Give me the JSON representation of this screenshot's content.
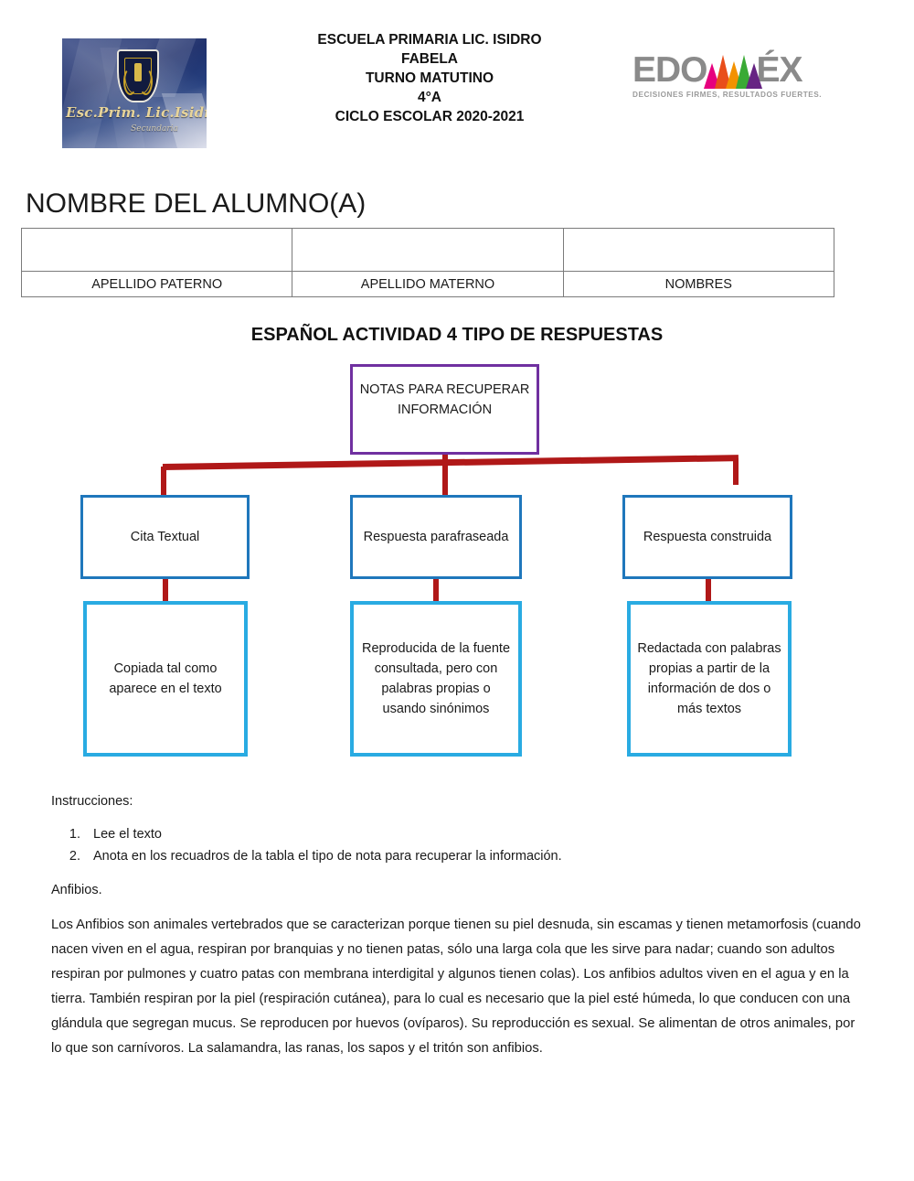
{
  "header": {
    "school_logo": {
      "script_text": "Esc.Prim. Lic.Isidro Fabela",
      "script_sub": "Secundaria"
    },
    "titles": [
      "ESCUELA PRIMARIA LIC. ISIDRO",
      "FABELA",
      "TURNO MATUTINO",
      "4°A",
      "CICLO ESCOLAR 2020-2021"
    ],
    "edomex": {
      "prefix": "EDO",
      "suffix": "ÉX",
      "tagline": "DECISIONES FIRMES, RESULTADOS FUERTES."
    }
  },
  "student": {
    "title": "NOMBRE DEL ALUMNO(A)",
    "fields": [
      {
        "label": "APELLIDO PATERNO",
        "value": ""
      },
      {
        "label": "APELLIDO MATERNO",
        "value": ""
      },
      {
        "label": "NOMBRES",
        "value": ""
      }
    ]
  },
  "activity": {
    "title": "ESPAÑOL ACTIVIDAD 4 TIPO DE RESPUESTAS"
  },
  "diagram": {
    "root": "NOTAS PARA RECUPERAR INFORMACIÓN",
    "mid": [
      "Cita Textual",
      "Respuesta parafraseada",
      "Respuesta construida"
    ],
    "leaf": [
      "Copiada tal como aparece en el texto",
      "Reproducida de la fuente consultada, pero con palabras propias o usando sinónimos",
      "Redactada con palabras propias a partir de la información de dos o más textos"
    ],
    "colors": {
      "root_border": "#7030a0",
      "mid_border": "#1f77bc",
      "leaf_border": "#29abe2",
      "connector": "#b01818"
    }
  },
  "instructions": {
    "label": "Instrucciones:",
    "items": [
      "Lee el texto",
      "Anota en los recuadros de la tabla el tipo de nota para recuperar la información."
    ]
  },
  "reading": {
    "heading": "Anfibios.",
    "paragraph": " Los Anfibios son animales vertebrados que se caracterizan porque tienen su piel desnuda, sin escamas y tienen metamorfosis (cuando nacen viven en el agua, respiran por branquias y no tienen patas, sólo una larga cola que les sirve para nadar; cuando son adultos respiran por pulmones y cuatro patas con membrana interdigital y algunos tienen colas). Los anfibios adultos viven en el agua y en la tierra. También respiran por la piel (respiración cutánea), para lo cual es necesario que la piel esté húmeda, lo que conducen con una glándula que segregan mucus. Se reproducen por huevos (ovíparos). Su reproducción es sexual. Se alimentan de otros animales, por lo que son carnívoros. La salamandra, las ranas, los sapos y el tritón son anfibios."
  }
}
